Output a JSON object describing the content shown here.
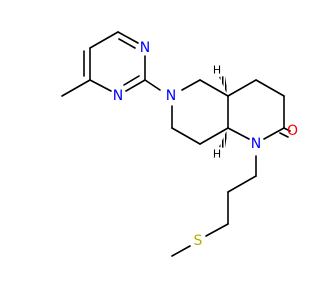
{
  "molecule": {
    "atoms": {
      "pyrimidine_n1": {
        "symbol": "N",
        "color": "#0000ff"
      },
      "pyrimidine_n3": {
        "symbol": "N",
        "color": "#0000ff"
      },
      "piperidine_n": {
        "symbol": "N",
        "color": "#0000ff"
      },
      "lactam_n": {
        "symbol": "N",
        "color": "#0000ff"
      },
      "carbonyl_o": {
        "symbol": "O",
        "color": "#ff0000"
      },
      "thioether_s": {
        "symbol": "S",
        "color": "#b2b200"
      },
      "stereo_h_upper": {
        "symbol": "H",
        "color": "#000000"
      },
      "stereo_h_lower": {
        "symbol": "H",
        "color": "#000000"
      }
    }
  }
}
